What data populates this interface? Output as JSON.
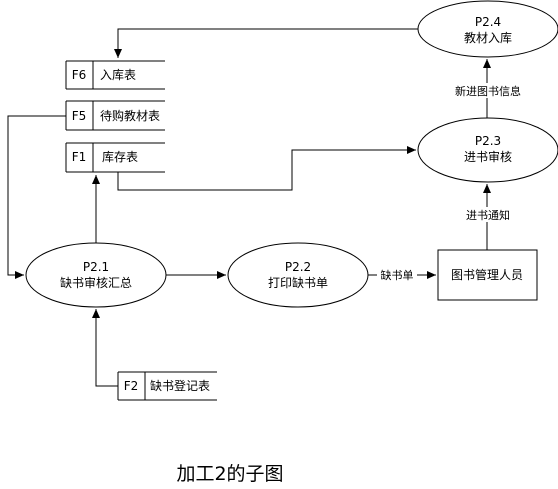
{
  "processes": {
    "p21": {
      "id": "P2.1",
      "name": "缺书审核汇总"
    },
    "p22": {
      "id": "P2.2",
      "name": "打印缺书单"
    },
    "p23": {
      "id": "P2.3",
      "name": "进书审核"
    },
    "p24": {
      "id": "P2.4",
      "name": "教材入库"
    }
  },
  "stores": {
    "f6": {
      "id": "F6",
      "name": "入库表"
    },
    "f5": {
      "id": "F5",
      "name": "待购教材表"
    },
    "f1": {
      "id": "F1",
      "name": "库存表"
    },
    "f2": {
      "id": "F2",
      "name": "缺书登记表"
    }
  },
  "entities": {
    "librarian": {
      "name": "图书管理人员"
    }
  },
  "flows": {
    "shortage_list": "缺书单",
    "purchase_notice": "进书通知",
    "new_book_info": "新进图书信息"
  },
  "caption": "加工2的子图"
}
